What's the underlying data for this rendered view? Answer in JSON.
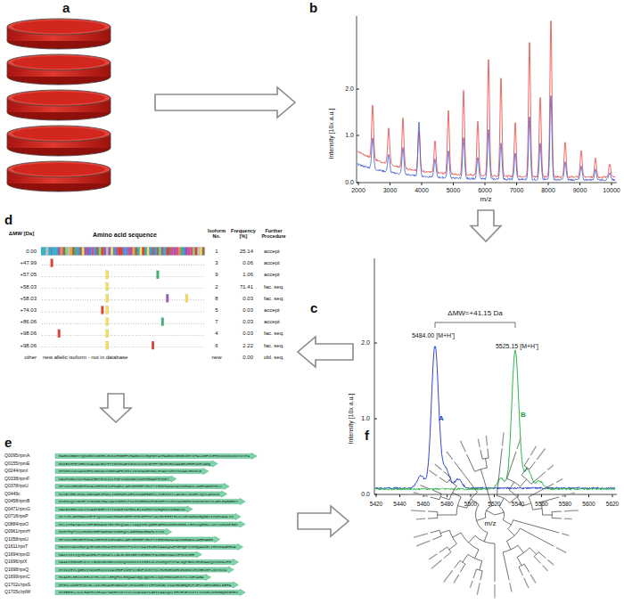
{
  "diagram": {
    "nodes": [
      {
        "text": [
          "a"
        ]
      },
      {
        "text": [
          "b"
        ]
      },
      {
        "text": [
          "c"
        ]
      },
      {
        "text": [
          "d"
        ]
      },
      {
        "text": [
          "e"
        ]
      },
      {
        "text": [
          "f"
        ]
      }
    ],
    "edges": [
      {
        "from": 0,
        "to": 1,
        "arrow": "to"
      },
      {
        "from": 1,
        "to": 2,
        "arrow": "to"
      },
      {
        "from": 2,
        "to": 3,
        "arrow": "to"
      },
      {
        "from": 3,
        "to": 4,
        "arrow": "to"
      },
      {
        "from": 4,
        "to": 5,
        "arrow": "to"
      }
    ],
    "labels": [
      "2.0",
      "1.0",
      "0.0",
      "2000",
      "3000",
      "4000",
      "5000",
      "6000",
      "7000",
      "8000",
      "9000",
      "10000",
      "Intensity [10x a.u.]",
      "m/z",
      "ΔMW=+41.15 Da",
      "5484.00 [M+H⁺]",
      "5525.15 [M+H⁺]",
      "A",
      "B",
      "2.0",
      "1.0",
      "0.0",
      "5420",
      "5440",
      "5460",
      "5480",
      "5500",
      "5520",
      "5540",
      "5560",
      "5580",
      "5600",
      "5620",
      "Intensity [10x a.u.]",
      "m/z",
      "ΔMW [Da]",
      "Amino acid sequence",
      "Isoform No.",
      "Frequency [%]",
      "Further Procedure",
      "0.00",
      "1",
      "25.14",
      "accept",
      "+47.99",
      "3",
      "0.06",
      "accept",
      "+57.05",
      "9",
      "1.06",
      "accept",
      "+58.03",
      "2",
      "71.41",
      "fac. seq.",
      "+58.03",
      "8",
      "0.03",
      "fac. seq.",
      "+74.03",
      "5",
      "0.03",
      "accept",
      "+86.06",
      "7",
      "0.03",
      "accept",
      "+98.06",
      "4",
      "0.03",
      "fac. seq.",
      "+98.06",
      "6",
      "2.22",
      "fac. seq.",
      "other",
      "new allelic isoform - not in database",
      "new",
      "0.00",
      "obl. seq.",
      "Q0095/rpmA",
      "MAHKKGGGSTQNNRDSIGRRLGVKKFGGEFVRAGNIIIRQRGTATHAGNNVGMGKDHTIFALDGFVKFEKKDKDKKKVSVYPA",
      "Q0155/rpmE",
      "MKKEIHPEYEEVIVACACGNTFTTGSMKAEIRVDICSNCHPFFTGSEKRDVAAGRVERFKKRYAMQ",
      "Q0244/rpmI",
      "MPKMKSVKSAVKRFKVGKNKIKRGSAFRSHILTKKPAKRKRDLRTAKYVHSTNVAKVEKMLG",
      "Q0338/rpmF",
      "MAVPKRKVSKTRAKKRRTHYKISLPNPIKDKDGSYKMPHRANPFTKEY",
      "Q0378/rpsU",
      "MPVIKVRENEPFDVALRRFKRSCEKAGVLAEVRRREFYEKPTTERKRAKASAVKRHAKKLARENARRTRLY",
      "Q0449c",
      "MLKEYRELMSDLKGKDAHIFDKLIDRHNELDENIKDAEGGRTLSSEMISTLAKDKLVKDELSQYLANIKK",
      "Q0458/rpmB",
      "MSRVCQVTGKRPVTGNNRSHALNATKRRFLPNLHSHRFWVESEKRFVTLRVSAKGMRVIDKKGIDTVLAELRARGEKY",
      "Q0471/rpmG",
      "MAKGIREKIKLVSSAGTGHFYTTTKNKRTKPEKLELKKFDPVVRQHVIYKEAKIK",
      "Q0718/rpsP",
      "MVTIRLARHGAKKRPFYQVVVADSRNARNGRFIERVGFFNPIASEKEEGTRLDLDRIAHWVGQGATISDRVAALIK",
      "Q0884/rpsO",
      "MSLSTEATAKIVSEFGRDANDTGSTEVQVALLTAQINHLQGHFAEHKKDHHSRRGLLRMVSQRRKLLDYLKRKNPEGY",
      "Q0961/rpmH",
      "MKRTFQPSVLKRNRSHGFRARMATKNGRQVLARRRAKGRARLTVSK",
      "Q1058/rpsU",
      "MPVIKVRENEPFDVALRRFKRSCEKAGVLAEVRRREFYEKPTTERKRAKASAVKRHAKKLARENARR",
      "Q1611/rpsT",
      "MANIKSAKKRAIQSEKARKHNASRRSMMRTFIKKVYAAIEAGDKAAAQKAFNEMQPIVDRQAAKGLIHKNKAARHKA",
      "Q1694/rpmD",
      "MAKTIKITQTRSAIGRLPKHKATLLGLGLRRIGHTVEREDTPAIRGMINAVSFMVKVEE",
      "Q1696/rplX",
      "MAAKIRRDDEVIVLTGKDKGKRGKVKNVQVKDKKVIVEGINLVKKHQKPVPALNQPGGIVEKEAAIQVSNVAIFN",
      "Q1698/rpsQ",
      "MTDKIRTLQGRVVSDKMEKSIVVAIERFVKHPIYGKFIKRTTKLHVHDENNECGIGDVVEIRECRPLSKTKSW",
      "Q1699/rpmC",
      "MKAKELREKSVEELNTELLNLLREQFNLRMQAASGQLQQSHLLKQVRRDVARVKTLLNEKAGA",
      "Q1702c/rpsS",
      "MPRSLKKGPFIDLHLLKKVEKAVESGDKKPLRTWSRRSTIFPNMIGLTIAVHNGRQHVPVFVTDEMVGHKLGEFA",
      "Q1705c/rplW",
      "MIREERLLKVLRAPHVSEKASTAMEKSNTIVLKVAKDATKAEIKAAVQKLFEVEVEVVNTLVVKGKVKRHGQRIGRRS"
    ]
  }
}
